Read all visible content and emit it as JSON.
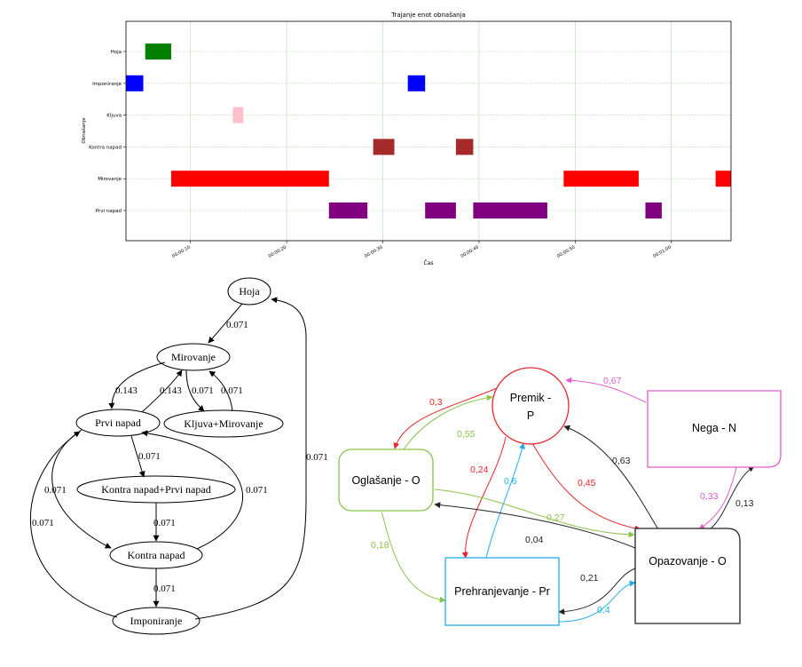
{
  "gantt": {
    "title": "Trajanje enot obnašanja",
    "xlabel": "Čas",
    "ylabel": "Obnašanje",
    "categories": [
      "Hoja",
      "Imponiranje",
      "Kljuva",
      "Kontra napad",
      "Mirovanje",
      "Prvi napad"
    ],
    "ticks": [
      "00:00:10",
      "00:00:20",
      "00:00:30",
      "00:00:40",
      "00:00:50",
      "00:01:00"
    ]
  },
  "chart_data": {
    "type": "bar",
    "orientation": "horizontal",
    "title": "Trajanje enot obnašanja",
    "xlabel": "Čas",
    "ylabel": "Obnašanje",
    "xlim": [
      3.3,
      66.2
    ],
    "grid": true,
    "categories": [
      "Hoja",
      "Imponiranje",
      "Kljuva",
      "Kontra napad",
      "Mirovanje",
      "Prvi napad"
    ],
    "colors": {
      "Hoja": "#008000",
      "Imponiranje": "#0000ff",
      "Kljuva": "#ffc0cb",
      "Kontra napad": "#a52a2a",
      "Mirovanje": "#ff0000",
      "Prvi napad": "#800080"
    },
    "segments": [
      {
        "category": "Hoja",
        "start": 5.3,
        "end": 8.0
      },
      {
        "category": "Imponiranje",
        "start": 3.3,
        "end": 5.1
      },
      {
        "category": "Imponiranje",
        "start": 32.6,
        "end": 34.4
      },
      {
        "category": "Kljuva",
        "start": 14.4,
        "end": 15.5
      },
      {
        "category": "Kontra napad",
        "start": 29.0,
        "end": 31.2
      },
      {
        "category": "Kontra napad",
        "start": 37.6,
        "end": 39.4
      },
      {
        "category": "Mirovanje",
        "start": 8.0,
        "end": 24.4
      },
      {
        "category": "Mirovanje",
        "start": 48.8,
        "end": 56.6
      },
      {
        "category": "Mirovanje",
        "start": 64.6,
        "end": 66.2
      },
      {
        "category": "Prvi napad",
        "start": 24.4,
        "end": 28.4
      },
      {
        "category": "Prvi napad",
        "start": 34.4,
        "end": 37.6
      },
      {
        "category": "Prvi napad",
        "start": 39.4,
        "end": 47.1
      },
      {
        "category": "Prvi napad",
        "start": 57.3,
        "end": 59.0
      }
    ]
  },
  "graph1": {
    "nodes": {
      "hoja": "Hoja",
      "mirovanje": "Mirovanje",
      "prvi": "Prvi napad",
      "kljuva": "Kljuva+Mirovanje",
      "kontraprvi": "Kontra napad+Prvi napad",
      "kontra": "Kontra napad",
      "imponiranje": "Imponiranje"
    },
    "edges": {
      "hoja_mir": "0.071",
      "mir_prvi": "0.143",
      "prvi_mir": "0.143",
      "mir_klj": "0.071",
      "klj_mir": "0.071",
      "prvi_kp": "0.071",
      "kp_kontra": "0.071",
      "prvi_kontra": "0.071",
      "kontra_prvi": "0.071",
      "kontra_imp": "0.071",
      "imp_prvi": "0.071",
      "imp_hoja": "0.071"
    }
  },
  "graph2": {
    "nodes": {
      "premik": [
        "Premik -",
        "P"
      ],
      "nega": "Nega - N",
      "oglasanje": "Oglašanje - O",
      "opazovanje": "Opazovanje - O",
      "prehranjevanje": "Prehranjevanje - Pr"
    },
    "colors": {
      "premik": "#e8262a",
      "nega": "#e75ad1",
      "oglasanje": "#8cc34a",
      "opazovanje": "#222222",
      "prehranjevanje": "#21aee8"
    },
    "edges": {
      "p_og": "0,3",
      "og_p": "0,55",
      "n_p": "0,67",
      "p_pr": "0,24",
      "pr_p": "0,6",
      "p_op": "0,45",
      "op_p": "0,63",
      "n_op": "0,33",
      "op_n": "0,13",
      "og_op": "0,27",
      "op_og": "0,04",
      "og_pr": "0,18",
      "op_pr": "0,21",
      "pr_op": "0,4"
    }
  }
}
